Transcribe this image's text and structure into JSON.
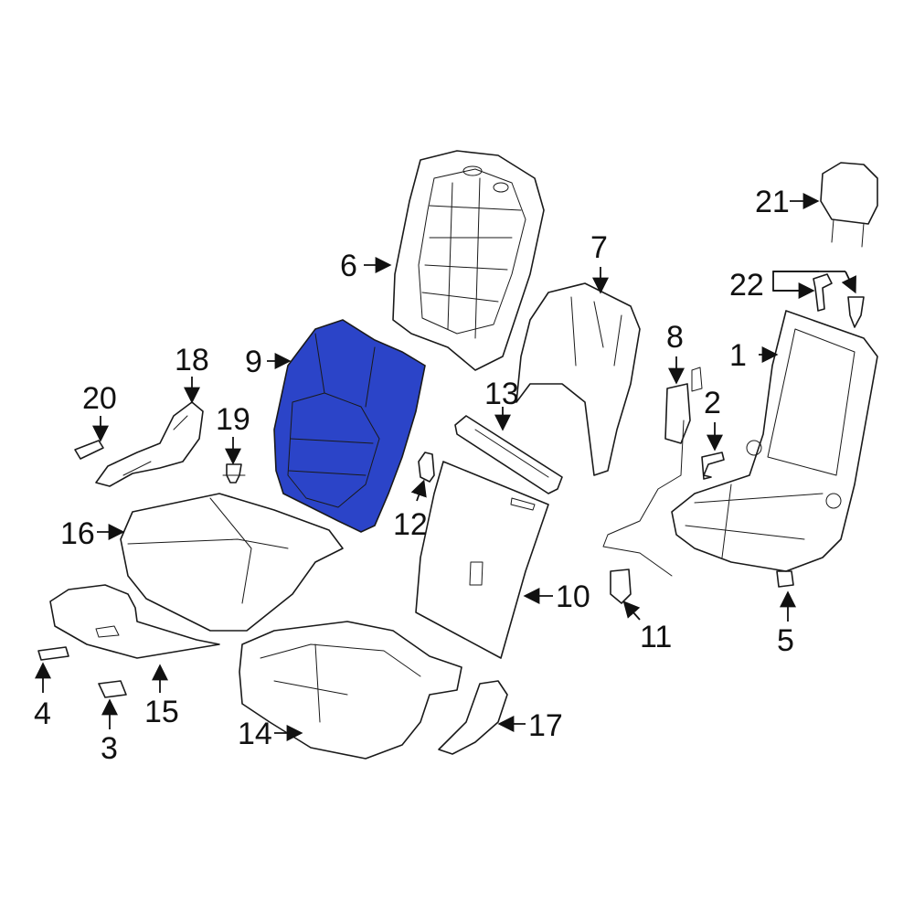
{
  "highlight_color": "#2b44c8",
  "line_color": "#1a1a1a",
  "background_color": "#ffffff",
  "callouts": {
    "c1": "1",
    "c2": "2",
    "c3": "3",
    "c4": "4",
    "c5": "5",
    "c6": "6",
    "c7": "7",
    "c8": "8",
    "c9": "9",
    "c10": "10",
    "c11": "11",
    "c12": "12",
    "c13": "13",
    "c14": "14",
    "c15": "15",
    "c16": "16",
    "c17": "17",
    "c18": "18",
    "c19": "19",
    "c20": "20",
    "c21": "21",
    "c22": "22"
  },
  "highlighted_part": "9"
}
